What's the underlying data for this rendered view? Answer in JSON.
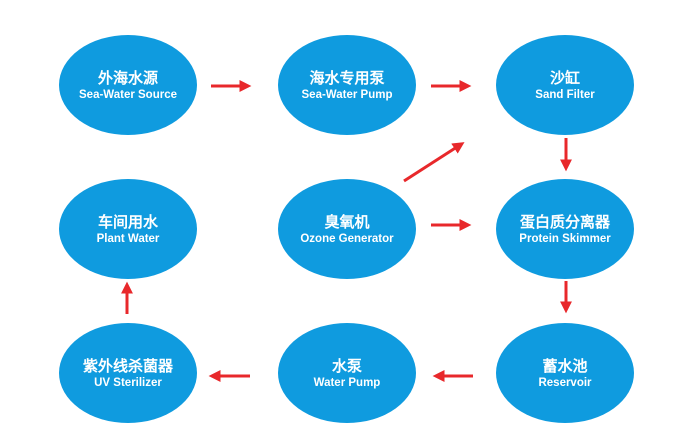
{
  "colors": {
    "node": "#0f9bdf",
    "arrow": "#e8282b",
    "text": "#ffffff"
  },
  "nodes": {
    "source": {
      "cn": "外海水源",
      "en": "Sea-Water Source"
    },
    "pump1": {
      "cn": "海水专用泵",
      "en": "Sea-Water Pump"
    },
    "sand": {
      "cn": "沙缸",
      "en": "Sand Filter"
    },
    "plant": {
      "cn": "车间用水",
      "en": "Plant Water"
    },
    "ozone": {
      "cn": "臭氧机",
      "en": "Ozone Generator"
    },
    "skimmer": {
      "cn": "蛋白质分离器",
      "en": "Protein Skimmer"
    },
    "uv": {
      "cn": "紫外线杀菌器",
      "en": "UV Sterilizer"
    },
    "pump2": {
      "cn": "水泵",
      "en": "Water Pump"
    },
    "reservoir": {
      "cn": "蓄水池",
      "en": "Reservoir"
    }
  },
  "edges": [
    {
      "from": "source",
      "to": "pump1"
    },
    {
      "from": "pump1",
      "to": "sand"
    },
    {
      "from": "sand",
      "to": "skimmer"
    },
    {
      "from": "ozone",
      "to": "sand"
    },
    {
      "from": "ozone",
      "to": "skimmer"
    },
    {
      "from": "skimmer",
      "to": "reservoir"
    },
    {
      "from": "reservoir",
      "to": "pump2"
    },
    {
      "from": "pump2",
      "to": "uv"
    },
    {
      "from": "uv",
      "to": "plant"
    }
  ]
}
